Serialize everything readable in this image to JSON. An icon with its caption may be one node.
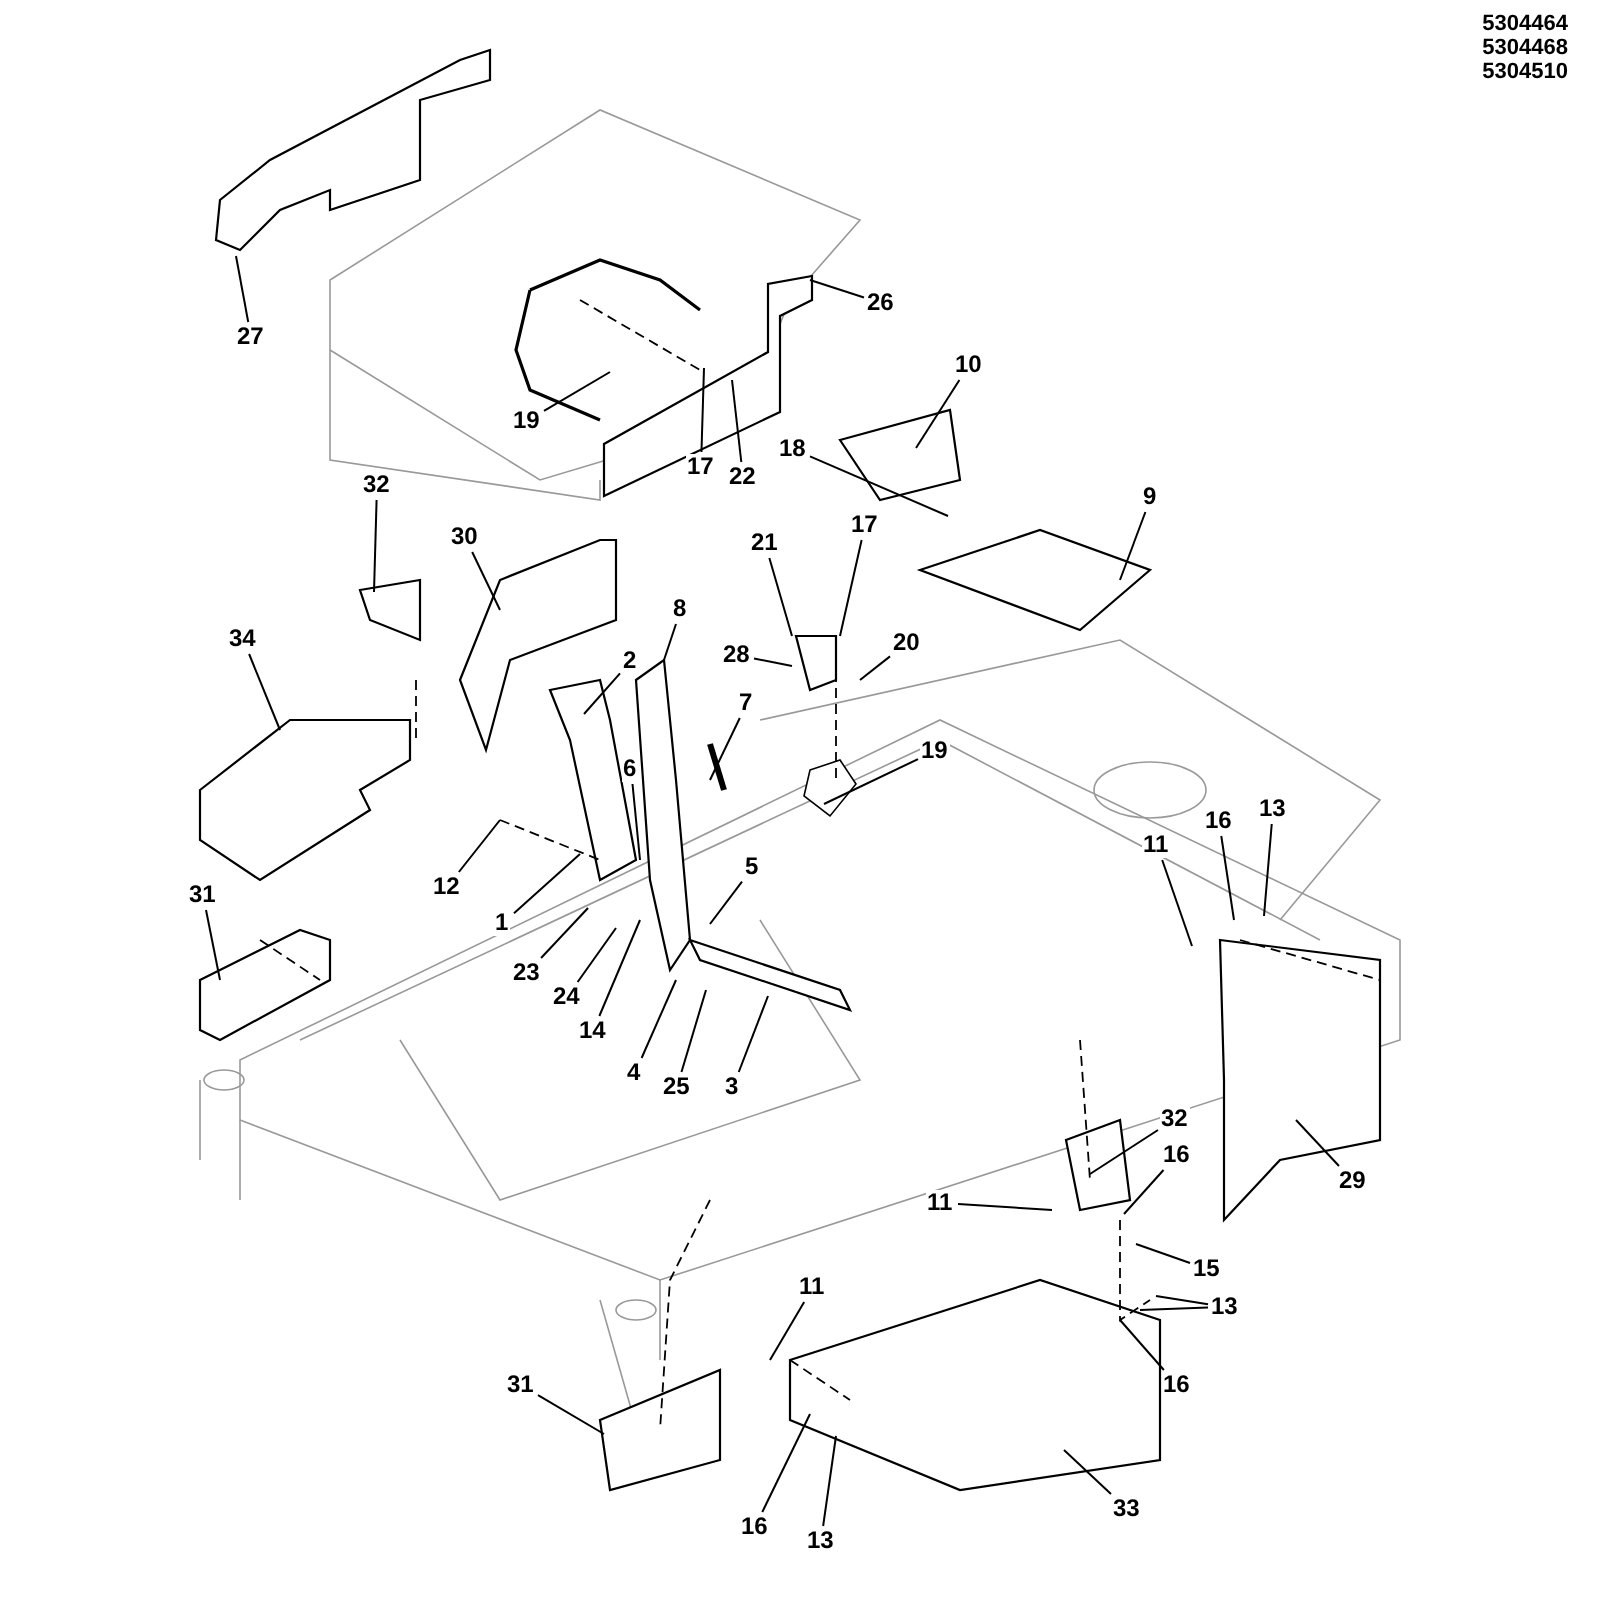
{
  "diagram": {
    "nodes": [
      {
        "text": [
          "27"
        ]
      },
      {
        "text": [
          "26"
        ]
      },
      {
        "text": [
          "19"
        ]
      },
      {
        "text": [
          "17"
        ]
      },
      {
        "text": [
          "22"
        ]
      },
      {
        "text": [
          "10"
        ]
      },
      {
        "text": [
          "18"
        ]
      },
      {
        "text": [
          "9"
        ]
      },
      {
        "text": [
          "17"
        ]
      },
      {
        "text": [
          "32"
        ]
      },
      {
        "text": [
          "30"
        ]
      },
      {
        "text": [
          "8"
        ]
      },
      {
        "text": [
          "21"
        ]
      },
      {
        "text": [
          "28"
        ]
      },
      {
        "text": [
          "20"
        ]
      },
      {
        "text": [
          "2"
        ]
      },
      {
        "text": [
          "7"
        ]
      },
      {
        "text": [
          "19"
        ]
      },
      {
        "text": [
          "34"
        ]
      },
      {
        "text": [
          "6"
        ]
      },
      {
        "text": [
          "5"
        ]
      },
      {
        "text": [
          "12"
        ]
      },
      {
        "text": [
          "1"
        ]
      },
      {
        "text": [
          "11"
        ]
      },
      {
        "text": [
          "16"
        ]
      },
      {
        "text": [
          "13"
        ]
      },
      {
        "text": [
          "23"
        ]
      },
      {
        "text": [
          "24"
        ]
      },
      {
        "text": [
          "31"
        ]
      },
      {
        "text": [
          "14"
        ]
      },
      {
        "text": [
          "4"
        ]
      },
      {
        "text": [
          "25"
        ]
      },
      {
        "text": [
          "3"
        ]
      },
      {
        "text": [
          "32"
        ]
      },
      {
        "text": [
          "29"
        ]
      },
      {
        "text": [
          "16"
        ]
      },
      {
        "text": [
          "11"
        ]
      },
      {
        "text": [
          "15"
        ]
      },
      {
        "text": [
          "13"
        ]
      },
      {
        "text": [
          "11"
        ]
      },
      {
        "text": [
          "31"
        ]
      },
      {
        "text": [
          "16"
        ]
      },
      {
        "text": [
          "16"
        ]
      },
      {
        "text": [
          "13"
        ]
      },
      {
        "text": [
          "33"
        ]
      }
    ],
    "edges": [
      {
        "from": 0,
        "to": null,
        "arrow": "none"
      },
      {
        "from": 1,
        "to": null,
        "arrow": "none"
      },
      {
        "from": 2,
        "to": null,
        "arrow": "none"
      },
      {
        "from": 3,
        "to": null,
        "arrow": "none"
      },
      {
        "from": 4,
        "to": null,
        "arrow": "none"
      },
      {
        "from": 5,
        "to": null,
        "arrow": "none"
      },
      {
        "from": 6,
        "to": null,
        "arrow": "none"
      },
      {
        "from": 7,
        "to": null,
        "arrow": "none"
      },
      {
        "from": 8,
        "to": null,
        "arrow": "none"
      },
      {
        "from": 9,
        "to": null,
        "arrow": "none"
      },
      {
        "from": 10,
        "to": null,
        "arrow": "none"
      },
      {
        "from": 11,
        "to": null,
        "arrow": "none"
      },
      {
        "from": 12,
        "to": null,
        "arrow": "none"
      },
      {
        "from": 13,
        "to": null,
        "arrow": "none"
      },
      {
        "from": 14,
        "to": null,
        "arrow": "none"
      },
      {
        "from": 15,
        "to": null,
        "arrow": "none"
      },
      {
        "from": 16,
        "to": null,
        "arrow": "none"
      },
      {
        "from": 17,
        "to": null,
        "arrow": "none"
      },
      {
        "from": 18,
        "to": null,
        "arrow": "none"
      },
      {
        "from": 19,
        "to": null,
        "arrow": "none"
      },
      {
        "from": 20,
        "to": null,
        "arrow": "none"
      },
      {
        "from": 21,
        "to": null,
        "arrow": "none"
      },
      {
        "from": 22,
        "to": null,
        "arrow": "none"
      },
      {
        "from": 23,
        "to": null,
        "arrow": "none"
      },
      {
        "from": 24,
        "to": null,
        "arrow": "none"
      },
      {
        "from": 25,
        "to": null,
        "arrow": "none"
      },
      {
        "from": 26,
        "to": null,
        "arrow": "none"
      },
      {
        "from": 27,
        "to": null,
        "arrow": "none"
      },
      {
        "from": 28,
        "to": null,
        "arrow": "none"
      },
      {
        "from": 29,
        "to": null,
        "arrow": "none"
      },
      {
        "from": 30,
        "to": null,
        "arrow": "none"
      },
      {
        "from": 31,
        "to": null,
        "arrow": "none"
      },
      {
        "from": 32,
        "to": null,
        "arrow": "none"
      },
      {
        "from": 33,
        "to": null,
        "arrow": "none"
      },
      {
        "from": 34,
        "to": null,
        "arrow": "none"
      },
      {
        "from": 35,
        "to": null,
        "arrow": "none"
      },
      {
        "from": 36,
        "to": null,
        "arrow": "none"
      },
      {
        "from": 37,
        "to": null,
        "arrow": "none"
      },
      {
        "from": 38,
        "to": null,
        "arrow": "none"
      },
      {
        "from": 39,
        "to": null,
        "arrow": "none"
      },
      {
        "from": 40,
        "to": null,
        "arrow": "none"
      },
      {
        "from": 41,
        "to": null,
        "arrow": "none"
      },
      {
        "from": 42,
        "to": null,
        "arrow": "none"
      },
      {
        "from": 43,
        "to": null,
        "arrow": "none"
      },
      {
        "from": 44,
        "to": null,
        "arrow": "none"
      },
      {
        "from": 38,
        "to": null,
        "arrow": "none"
      }
    ],
    "labels": [
      "5304464",
      "5304468",
      "5304510"
    ]
  }
}
